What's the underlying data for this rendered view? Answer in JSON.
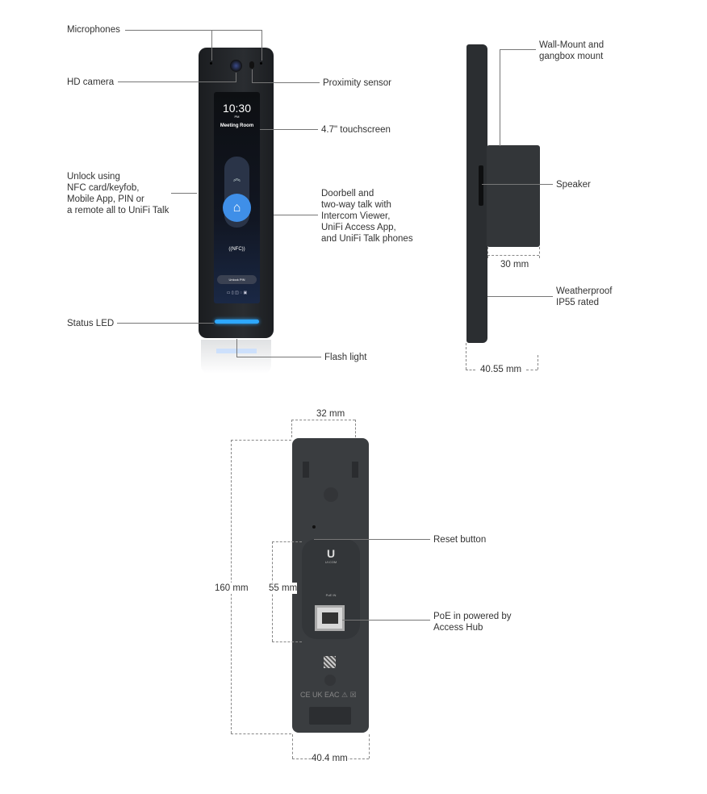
{
  "front": {
    "labels": {
      "microphones": "Microphones",
      "camera": "HD camera",
      "proximity": "Proximity sensor",
      "touchscreen": "4.7\" touchscreen",
      "unlock": "Unlock using\nNFC card/keyfob,\nMobile App, PIN or\na remote all to UniFi Talk",
      "doorbell": "Doorbell and\ntwo-way talk with\nIntercom Viewer,\nUniFi Access  App,\nand UniFi Talk phones",
      "status_led": "Status LED",
      "flash": "Flash light"
    },
    "screen": {
      "time": "10:30",
      "ampm": "PM",
      "room": "Meeting Room",
      "nfc": "((NFC))",
      "unlock_pin": "Unlock PIN"
    }
  },
  "side": {
    "labels": {
      "mount": "Wall-Mount and\ngangbox mount",
      "speaker": "Speaker",
      "depth_box": "30 mm",
      "weather": "Weatherproof\nIP55 rated",
      "depth_total": "40.55 mm"
    }
  },
  "back": {
    "labels": {
      "width_top": "32 mm",
      "height": "160 mm",
      "inner": "55 mm",
      "reset": "Reset button",
      "poe": "PoE in powered by\nAccess Hub",
      "width_bottom": "40.4 mm"
    },
    "plate": {
      "brand": "UI.COM",
      "port": "PoE IN"
    }
  },
  "colors": {
    "led": "#2ea8ff",
    "device": "#2a2d31",
    "button": "#3f8fe8"
  }
}
